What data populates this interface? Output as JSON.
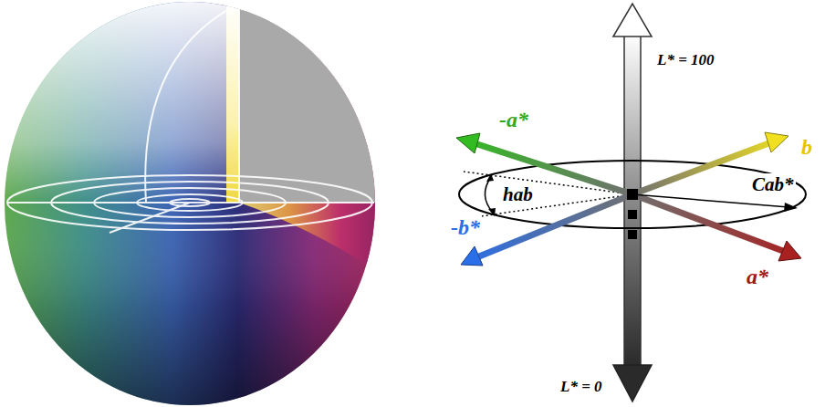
{
  "diagram": {
    "labels": [
      "L* = 100",
      "-a*",
      "b",
      "hab",
      "Cab*",
      "-b*",
      "a*",
      "L* = 0"
    ]
  }
}
